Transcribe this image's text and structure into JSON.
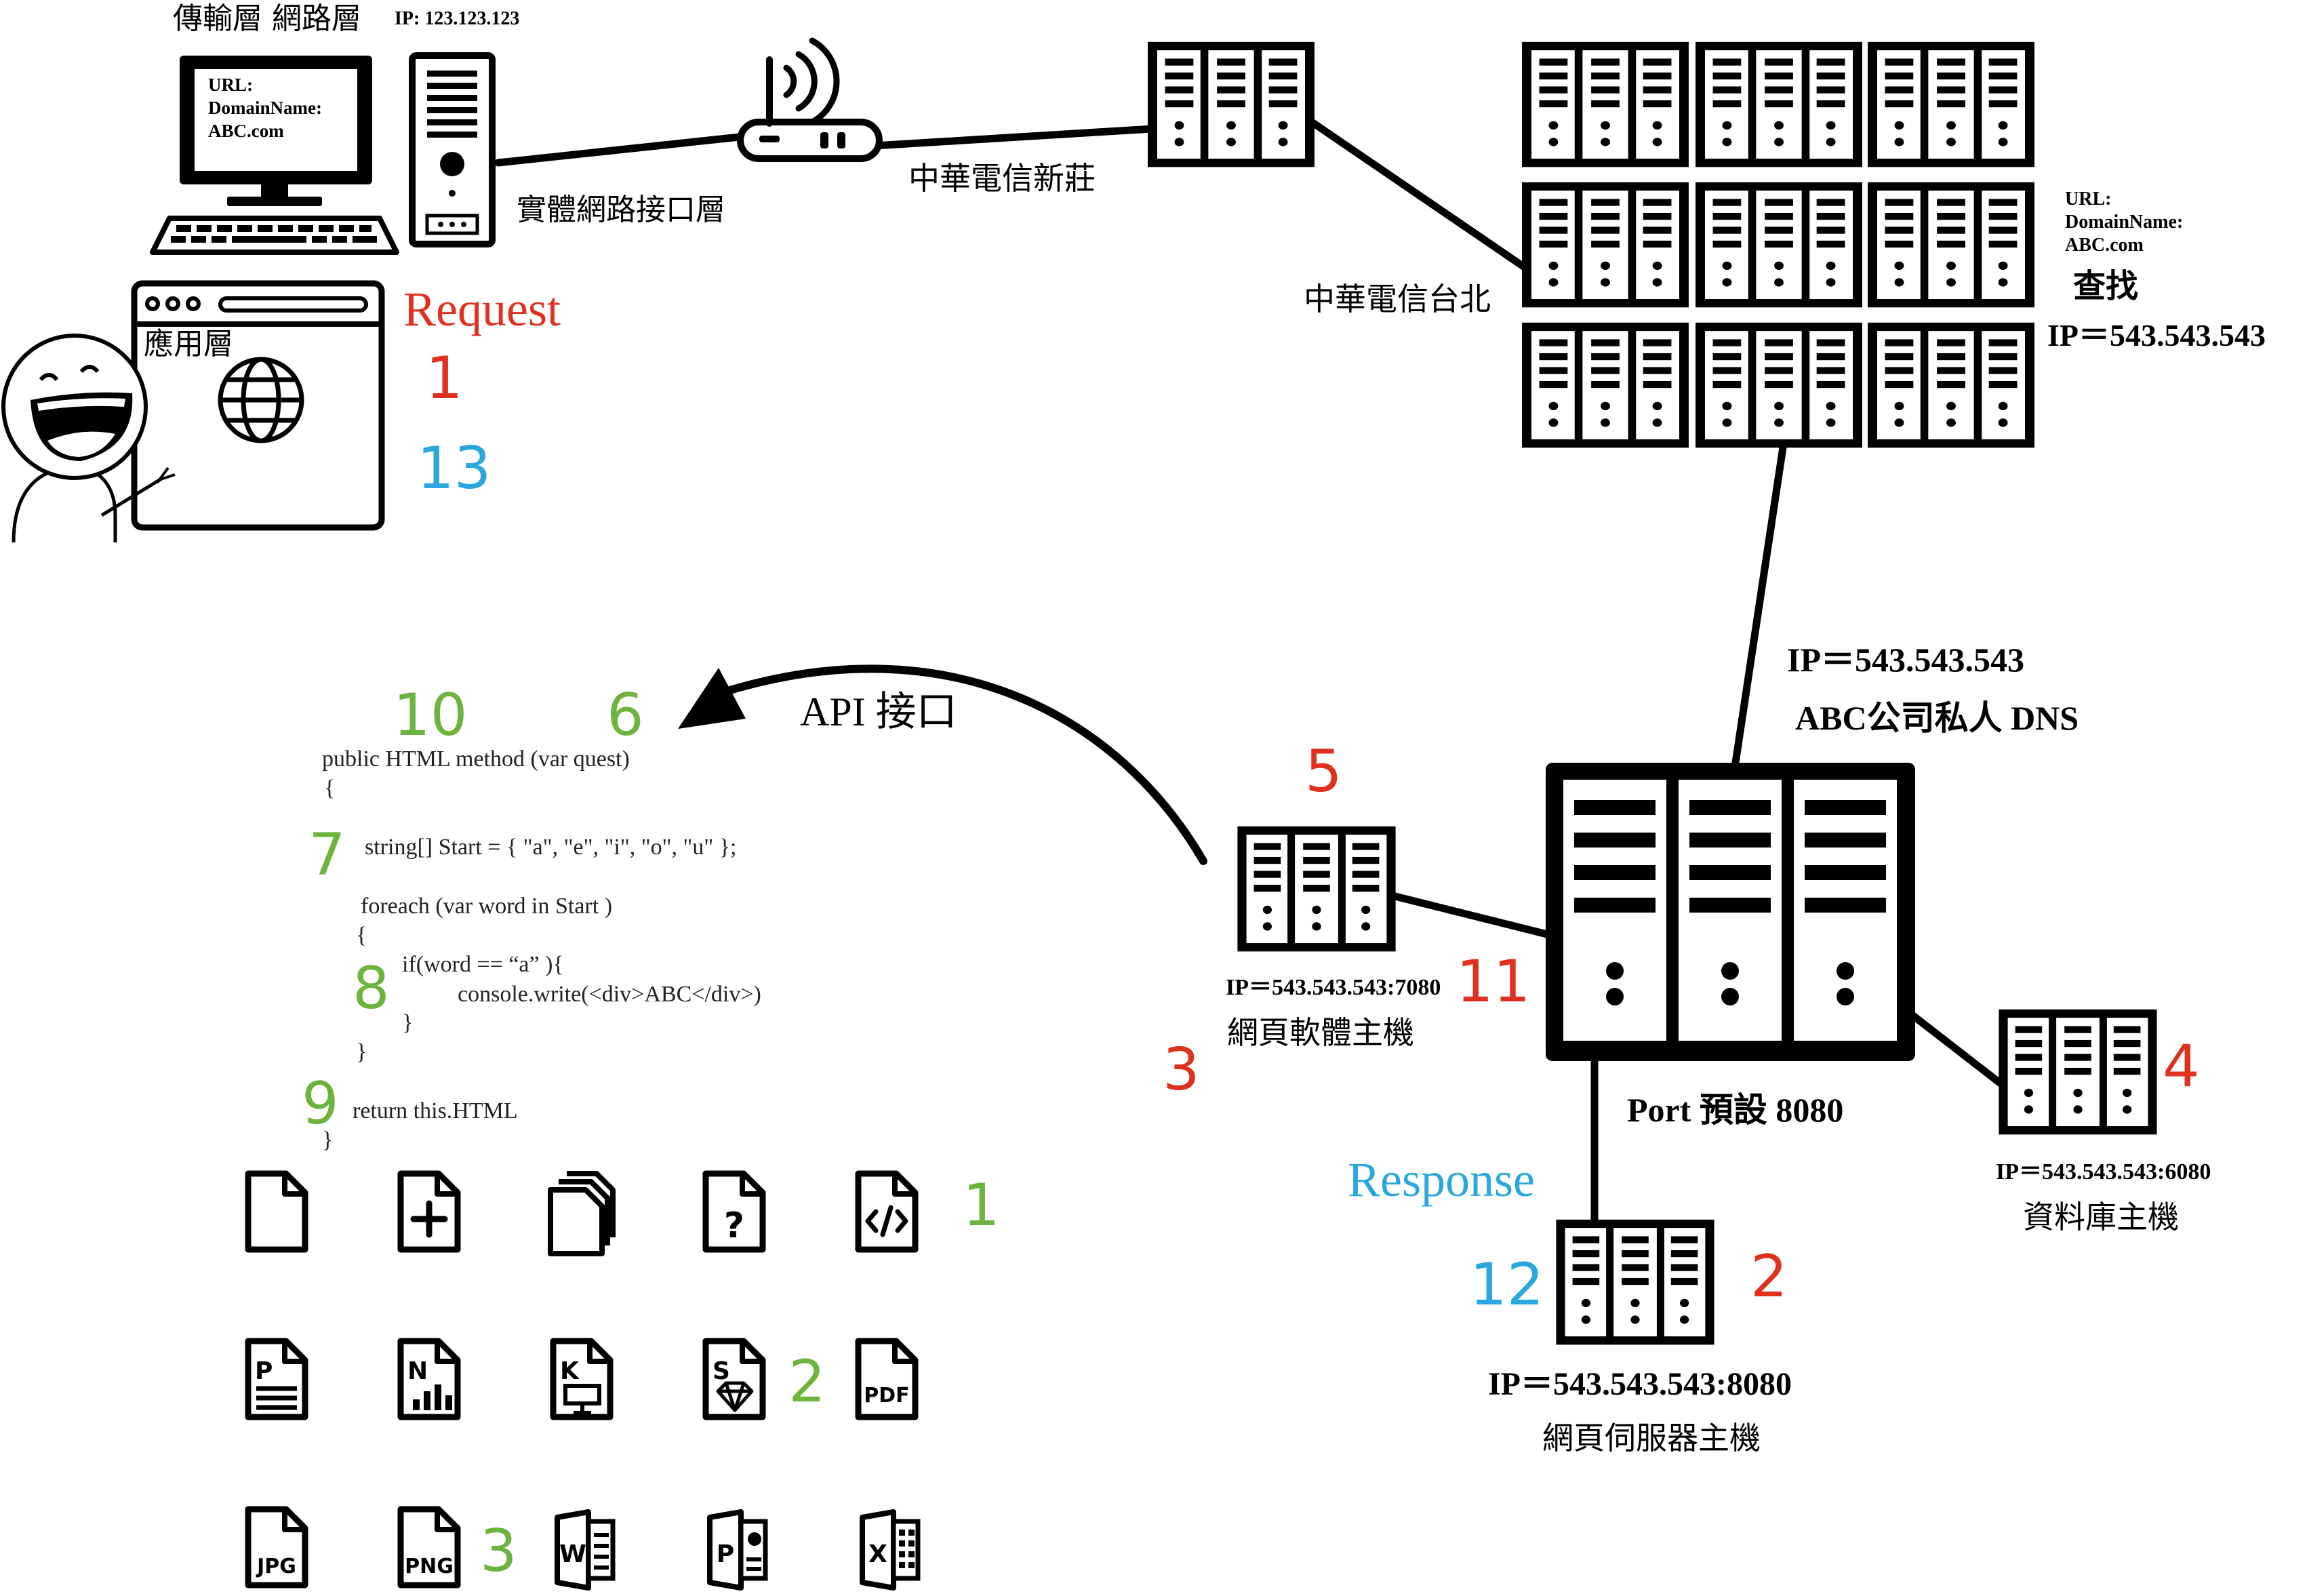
{
  "client": {
    "layer_label": "傳輸層 網路層",
    "ip": "IP: 123.123.123",
    "screen_lines": [
      "URL:",
      "DomainName:",
      "ABC.com"
    ],
    "physical_label": "實體網路接口層",
    "app_label": "應用層"
  },
  "isp": {
    "xinzhuang": "中華電信新莊",
    "taipei": "中華電信台北"
  },
  "dns_lookup": {
    "lines": [
      "URL:",
      "DomainName:",
      "ABC.com"
    ],
    "action": "查找",
    "ip": "IP＝543.543.543"
  },
  "private_dns": {
    "ip": "IP＝543.543.543",
    "name": "ABC公司私人 DNS",
    "port": "Port 預設 8080"
  },
  "web_software": {
    "ip": "IP＝543.543.543:7080",
    "name": "網頁軟體主機"
  },
  "db": {
    "ip": "IP＝543.543.543:6080",
    "name": "資料庫主機"
  },
  "web_server": {
    "ip": "IP＝543.543.543:8080",
    "name": "網頁伺服器主機"
  },
  "labels": {
    "request": "Request",
    "response": "Response",
    "api": "API 接口"
  },
  "steps": {
    "s1": "1",
    "s2": "2",
    "s3": "3",
    "s4": "4",
    "s5": "5",
    "s6": "6",
    "s7": "7",
    "s8": "8",
    "s9": "9",
    "s10": "10",
    "s11": "11",
    "s12": "12",
    "s13": "13",
    "g1": "1",
    "g2": "2",
    "g3": "3"
  },
  "code": {
    "l1": "public HTML method (var quest)",
    "l2": "{",
    "l3": "string[] Start = { \"a\", \"e\", \"i\", \"o\", \"u\" };",
    "l4": "foreach (var word in Start )",
    "l5": "{",
    "l6": "if(word ==   “a” ){",
    "l7": "console.write(<div>ABC</div>)",
    "l8": "}",
    "l9": "}",
    "l10": "return this.HTML",
    "l11": "}"
  },
  "file_icons": {
    "row1": [
      "file-icon",
      "file-add-icon",
      "files-copy-icon",
      "file-question-icon",
      "file-code-icon"
    ],
    "row2": [
      {
        "icon": "file-text-p-icon",
        "tag": "P"
      },
      {
        "icon": "file-chart-n-icon",
        "tag": "N"
      },
      {
        "icon": "file-keynote-icon",
        "tag": "K"
      },
      {
        "icon": "file-sketch-icon",
        "tag": "S"
      },
      {
        "icon": "file-pdf-icon",
        "tag": "PDF"
      }
    ],
    "row3": [
      {
        "icon": "file-jpg-icon",
        "tag": "JPG"
      },
      {
        "icon": "file-png-icon",
        "tag": "PNG"
      },
      {
        "icon": "file-word-icon",
        "tag": "W"
      },
      {
        "icon": "file-powerpoint-icon",
        "tag": "P"
      },
      {
        "icon": "file-excel-icon",
        "tag": "X"
      }
    ]
  },
  "colors": {
    "red": "#E0301E",
    "blue": "#2AA7DF",
    "green": "#6DB33F",
    "ink": "#000000"
  }
}
